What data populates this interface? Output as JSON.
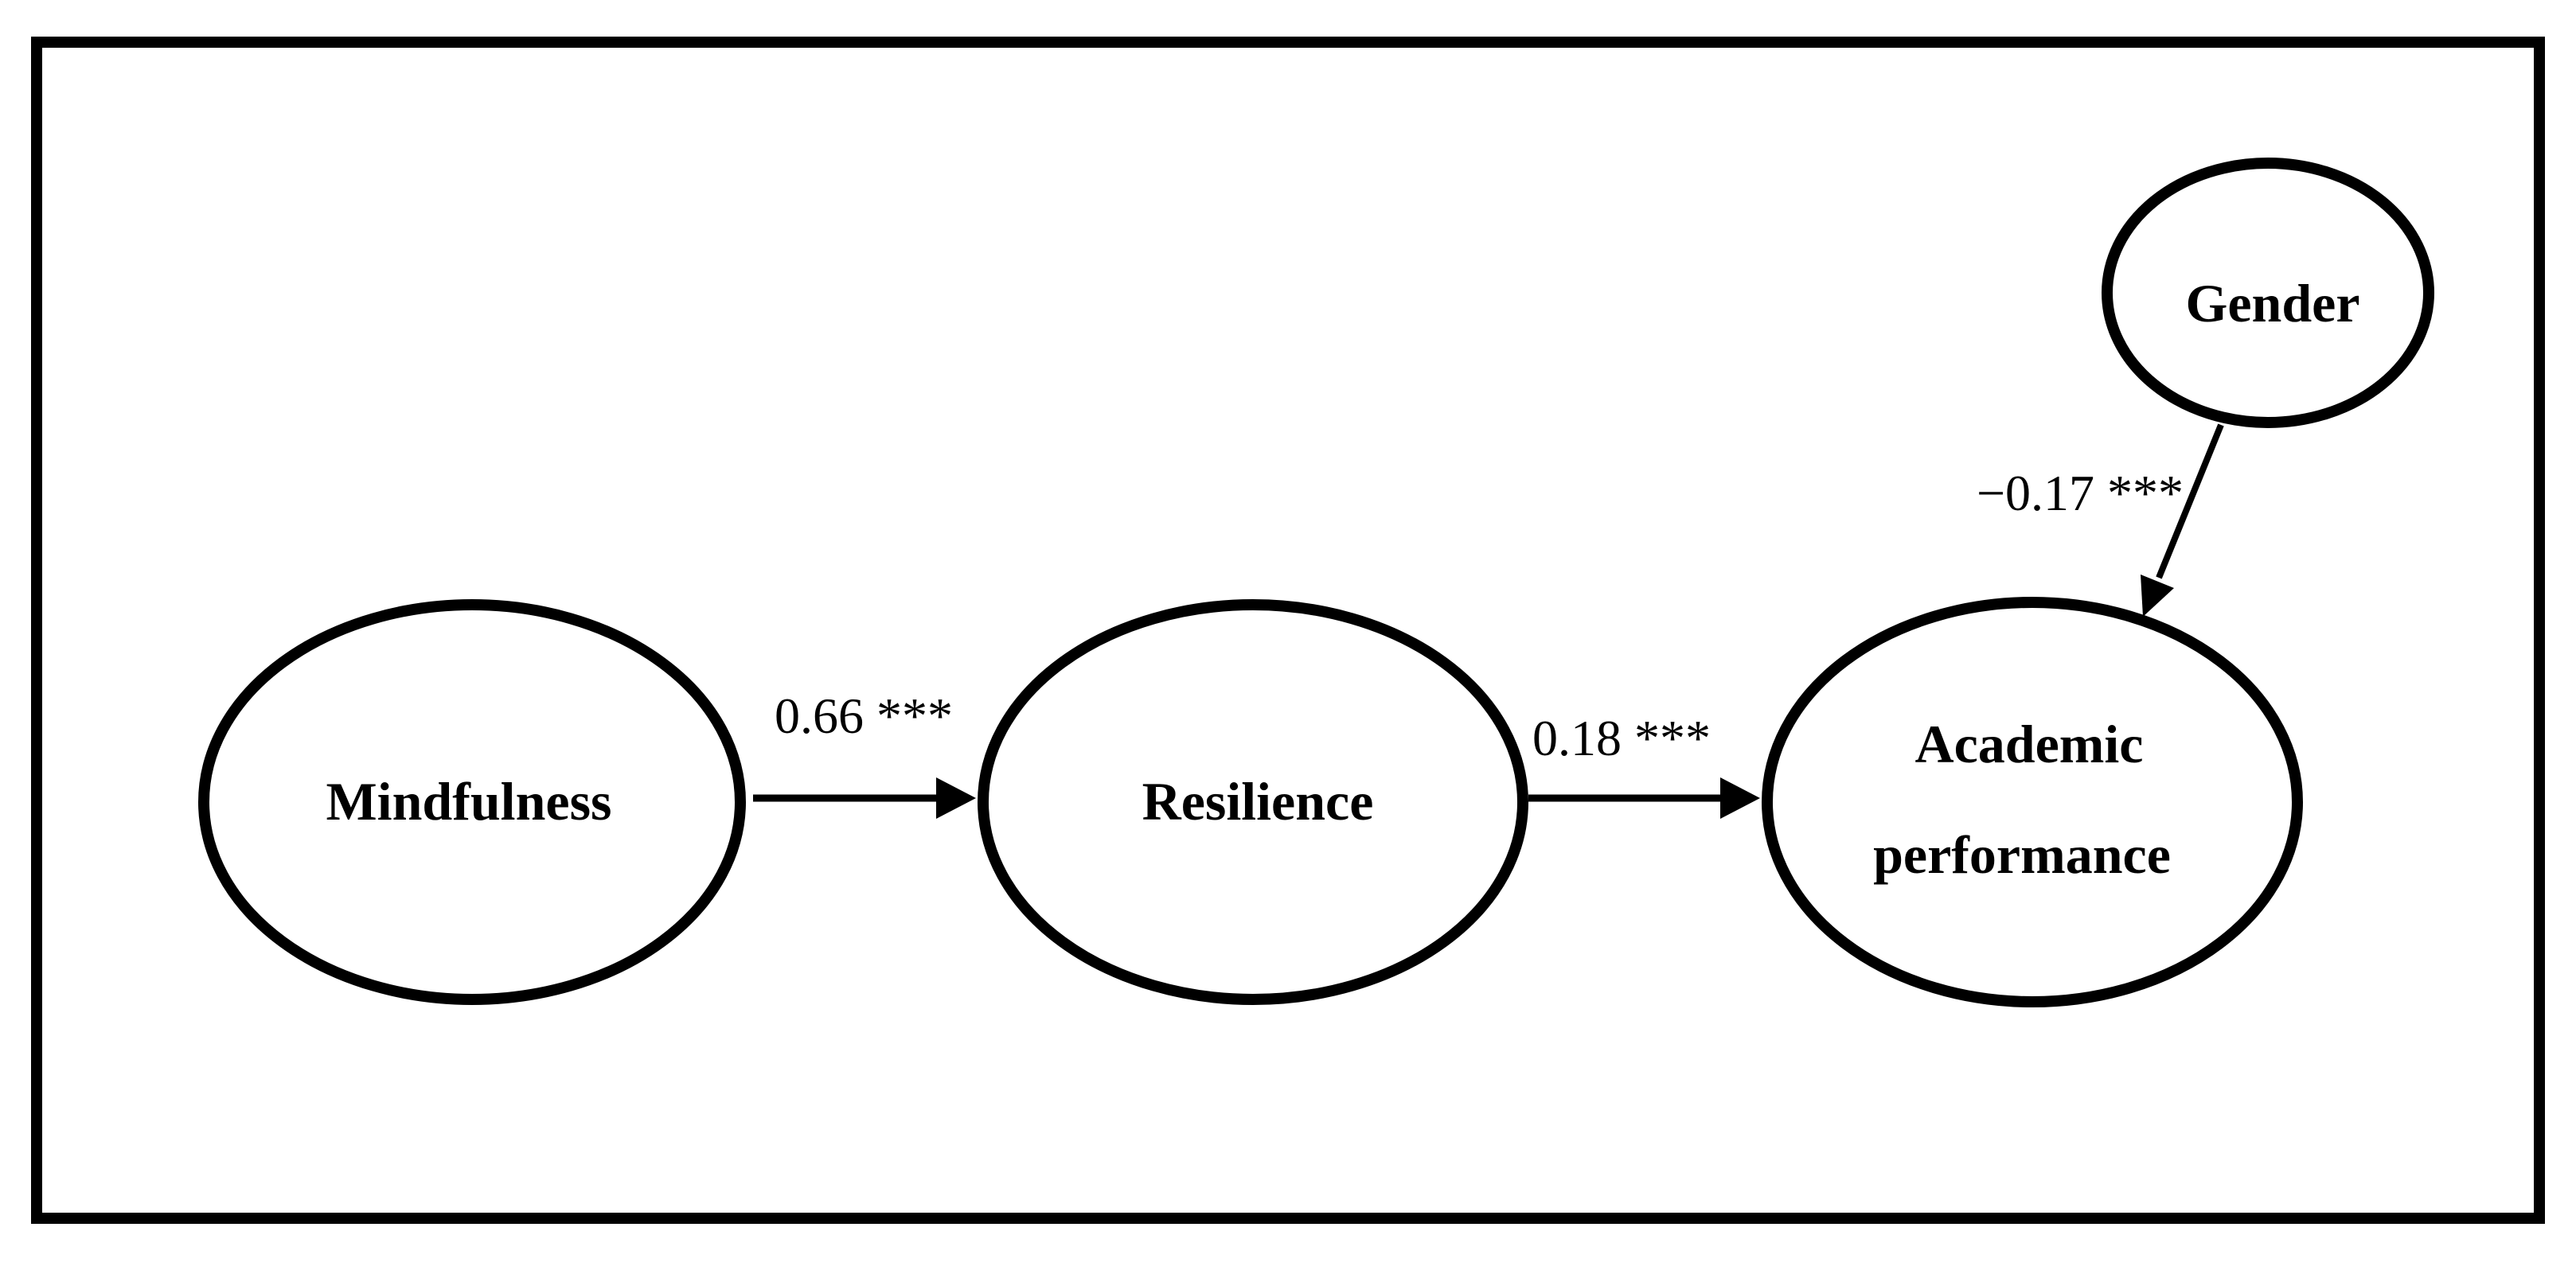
{
  "figure": {
    "kind": "structural-model-path-diagram",
    "background_color": "#ffffff",
    "line_color": "#000000"
  },
  "nodes": {
    "mindfulness": {
      "label": "Mindfulness"
    },
    "resilience": {
      "label": "Resilience"
    },
    "academic": {
      "label_line1": "Academic",
      "label_line2": "performance"
    },
    "gender": {
      "label": "Gender"
    }
  },
  "paths": {
    "mindfulness_to_resilience": {
      "from": "Mindfulness",
      "to": "Resilience",
      "coefficient": "0.66 ***"
    },
    "resilience_to_academic": {
      "from": "Resilience",
      "to": "Academic performance",
      "coefficient": "0.18 ***"
    },
    "gender_to_academic": {
      "from": "Gender",
      "to": "Academic performance",
      "coefficient": "−0.17 ***"
    }
  }
}
